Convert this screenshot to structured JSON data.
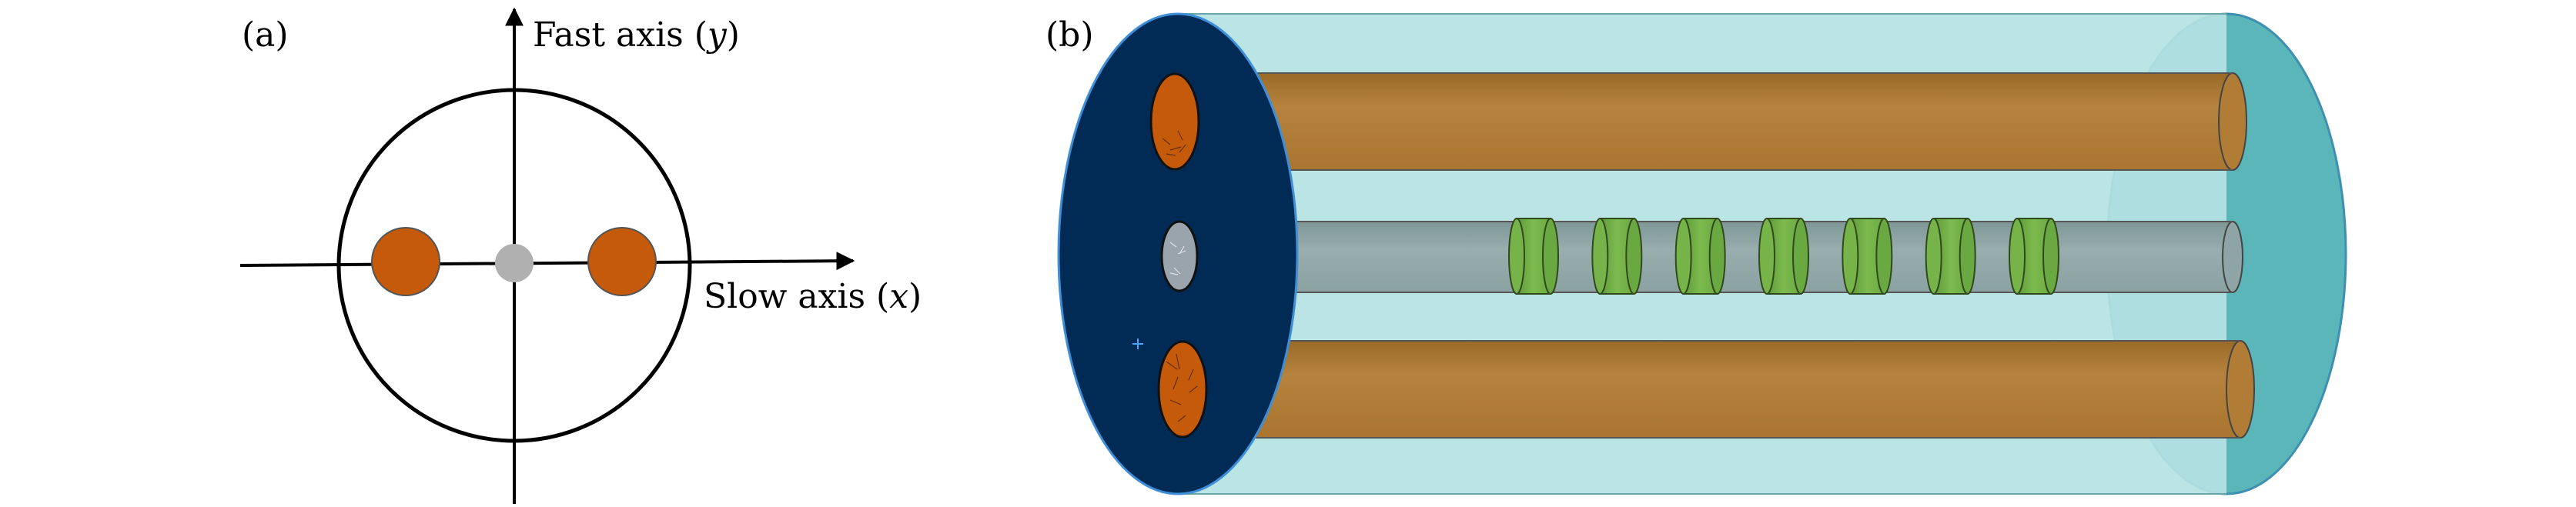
{
  "panel_a": {
    "label": "(a)",
    "fast_axis_label": "Fast axis (",
    "fast_axis_var": "y",
    "fast_axis_close": ")",
    "slow_axis_label": "Slow axis (",
    "slow_axis_var": "x",
    "slow_axis_close": ")"
  },
  "panel_b": {
    "label": "(b)",
    "grating_count": 7
  },
  "colors": {
    "stress_rod": "#c45a0a",
    "core": "#b0b0b0",
    "cladding_front": "#012b55",
    "cladding_tube": "#b5e2e2",
    "cladding_back": "#5ab6b9",
    "rod_tube": "#b07c36",
    "core_tube": "#8fa5a5",
    "grating": "#76b44a"
  }
}
